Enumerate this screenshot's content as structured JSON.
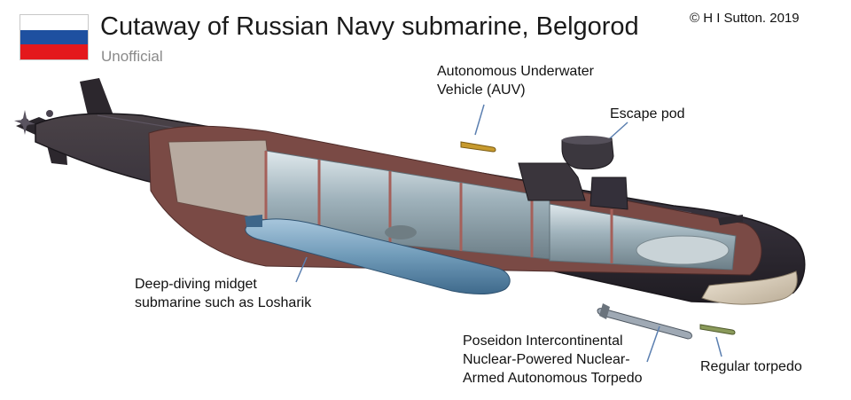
{
  "header": {
    "title": "Cutaway of Russian Navy submarine, Belgorod",
    "subtitle": "Unofficial",
    "copyright": "© H I Sutton. 2019"
  },
  "flag": {
    "name": "russian-flag",
    "stripes": [
      "#ffffff",
      "#1e50a0",
      "#e4181c"
    ]
  },
  "labels": {
    "auv": [
      "Autonomous Underwater",
      "Vehicle (AUV)"
    ],
    "escape_pod": [
      "Escape pod"
    ],
    "midget_sub": [
      "Deep-diving midget",
      "submarine such as Losharik"
    ],
    "poseidon": [
      "Poseidon Intercontinental",
      "Nuclear-Powered Nuclear-",
      "Armed Autonomous Torpedo"
    ],
    "torpedo": [
      "Regular torpedo"
    ]
  },
  "colors": {
    "hull": "#3a3438",
    "hull_dark": "#26222a",
    "interior": "#a8b8c0",
    "interior_cut": "#a5605a",
    "midget_sub": "#6f9ab8",
    "bow_light": "#d8ccba",
    "leader_line": "#5b7fb0"
  }
}
